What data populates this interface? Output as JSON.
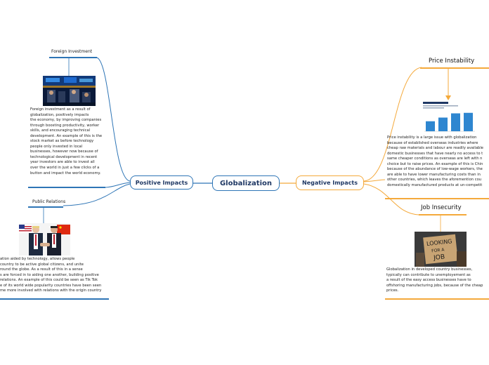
{
  "central": {
    "label": "Globalization"
  },
  "positive": {
    "label": "Positive Impacts",
    "foreign_investment": {
      "title": "Foreign Investment",
      "text_lines": [
        "Foreign investment as a result of",
        "globalization, positively impacts",
        "the economy, by improving companies",
        "through boosting productivity, worker",
        "skills, and encouraging technical",
        "development. An example of this is the",
        "stock market as before technology",
        "people only invested in local",
        "businesses, however now because of",
        "technological development in recent",
        "year investors are able to invest all",
        "over the world in just a few clicks of a",
        "button and impact the world economy."
      ]
    },
    "public_relations": {
      "title": "Public Relations",
      "text_lines": [
        "ation aided by technology, allows people",
        "country to be active global citizens, and unite",
        "round the globe. As a result of this in a sense",
        "s are forced in to aiding one another, building positive",
        "relations. An example of this could be seen as Tik Tok",
        "e of its world wide popularity countries have been seen",
        "me more involved with relations with the origin country"
      ]
    }
  },
  "negative": {
    "label": "Negative Impacts",
    "price_instability": {
      "title": "Price Instability",
      "chart_values": [
        38,
        52,
        68,
        70
      ],
      "text_lines": [
        "Price instability is a large issue with globalization",
        "because of established overseas industries where",
        "cheap raw materials and labour are readily available",
        "domestic businesses that have nearly no access to t",
        "same cheaper conditions as overseas are left with n",
        "choice but to raise prices. An example of this is Chin",
        "because of the abundance of low-wage workers, the",
        "are able to have lower manufacturing costs than in",
        "other countries, which leaves the aforemention cou",
        "domestically manufactured products at un-competit"
      ]
    },
    "job_insecurity": {
      "title": "Job Insecurity",
      "sign_text": [
        "LOOKING",
        "FOR A",
        "JOB"
      ],
      "text_lines": [
        "Globalization in developed country businesses,",
        "typically can contribute to unemployement as",
        "a result of the easy access businesses have to",
        "offshoring manufacturing jobs, because of the cheap",
        "prices."
      ]
    }
  },
  "colors": {
    "blue": "#2e75b6",
    "orange": "#f4a93b",
    "navy": "#1f3864"
  }
}
